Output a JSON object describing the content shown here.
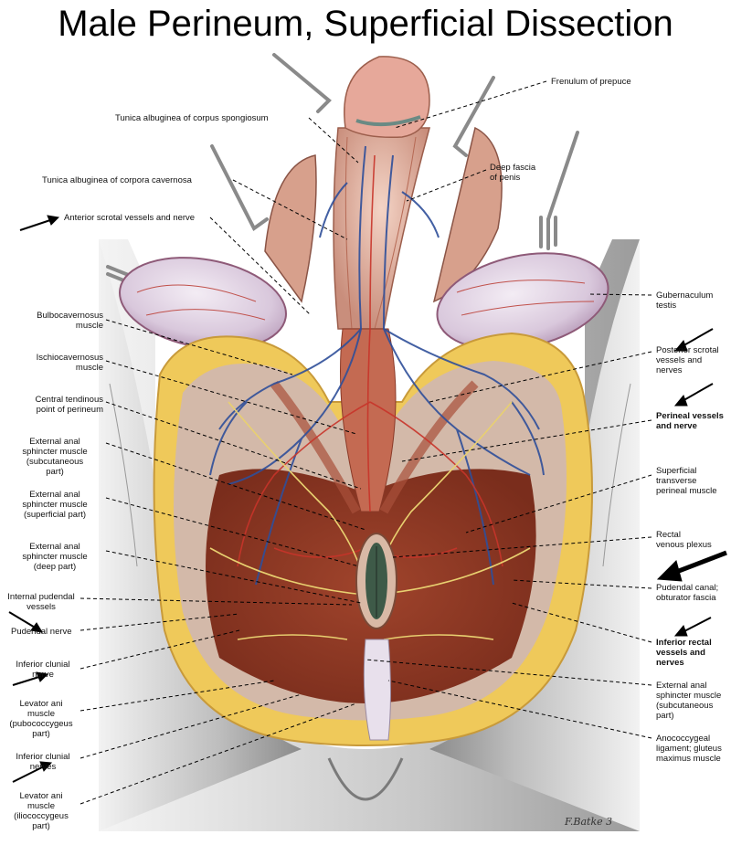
{
  "title": "Male Perineum, Superficial Dissection",
  "signature": "F.Batke 3",
  "colors": {
    "skin": "#e8b9a6",
    "muscle": "#b8503a",
    "fat": "#efc95a",
    "vein": "#2f4f9a",
    "artery": "#c8342a",
    "nerve": "#e8d070",
    "background": "#ffffff"
  },
  "labels": {
    "frenulum": "Frenulum of prepuce",
    "tunica_spongiosum": "Tunica albuginea of corpus spongiosum",
    "deep_fascia": "Deep fascia\nof penis",
    "tunica_cavernosa": "Tunica albuginea of corpora cavernosa",
    "anterior_scrotal": "Anterior scrotal vessels and nerve",
    "gubernaculum": "Gubernaculum\ntestis",
    "bulbocavernosus": "Bulbocavernosus\nmuscle",
    "posterior_scrotal": "Posterior scrotal\nvessels and\nnerves",
    "ischiocavernosus": "Ischiocavernosus\nmuscle",
    "perineal_vessels": "Perineal vessels\nand nerve",
    "central_tendinous": "Central tendinous\npoint of perineum",
    "eas_subcutaneous_left": "External anal\nsphincter muscle\n(subcutaneous\npart)",
    "superficial_transverse": "Superficial\ntransverse\nperineal muscle",
    "eas_superficial": "External anal\nsphincter muscle\n(superficial part)",
    "rectal_venous": "Rectal\nvenous plexus",
    "eas_deep": "External anal\nsphincter muscle\n(deep part)",
    "pudendal_canal": "Pudendal canal;\nobturator fascia",
    "internal_pudendal": "Internal pudendal\nvessels",
    "pudendal_nerve": "Pudendal nerve",
    "inferior_rectal": "Inferior rectal\nvessels and\nnerves",
    "inferior_clunial_nerve": "Inferior clunial\nnerve",
    "eas_subcutaneous_right": "External anal\nsphincter muscle\n(subcutaneous\npart)",
    "levator_pubococcygeus": "Levator ani\nmuscle\n(pubococcygeus\npart)",
    "anococcygeal": "Anococcygeal\nligament; gluteus\nmaximus muscle",
    "inferior_clunial_nerves": "Inferior clunial\nnerves",
    "levator_iliococcygeus": "Levator ani\nmuscle\n(iliococcygeus\npart)"
  }
}
